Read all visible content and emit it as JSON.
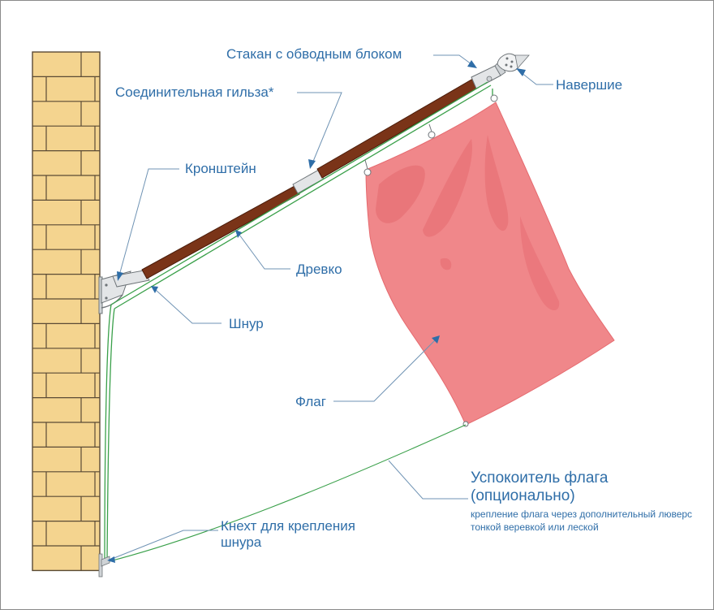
{
  "colors": {
    "label": "#2f6ea8",
    "leader": "#6f93b4",
    "arrow": "#2f6ea8",
    "brick_fill": "#f4d48f",
    "brick_mortar": "#5a4a35",
    "pole_wood": "#7a3418",
    "pole_metal": "#e3e5e7",
    "cord": "#3aa04a",
    "flag_fill": "#f0878a",
    "flag_shade": "#e56a6f",
    "frame": "#8a8a8a"
  },
  "labels": {
    "cup": "Стакан с обводным блоком",
    "finial": "Навершие",
    "sleeve": "Соединительная гильза*",
    "bracket": "Кронштейн",
    "pole": "Древко",
    "cord": "Шнур",
    "flag": "Флаг",
    "stabilizer_line1": "Успокоитель флага",
    "stabilizer_line2": "(опционально)",
    "stabilizer_note_line1": "крепление флага через дополнительный люверс",
    "stabilizer_note_line2": "тонкой веревкой или леской",
    "cleat_line1": "Кнехт для крепления",
    "cleat_line2": "шнура"
  },
  "icons": {
    "finial": "finial-spike-icon",
    "arrowheads": "pointer-arrow-icon"
  }
}
